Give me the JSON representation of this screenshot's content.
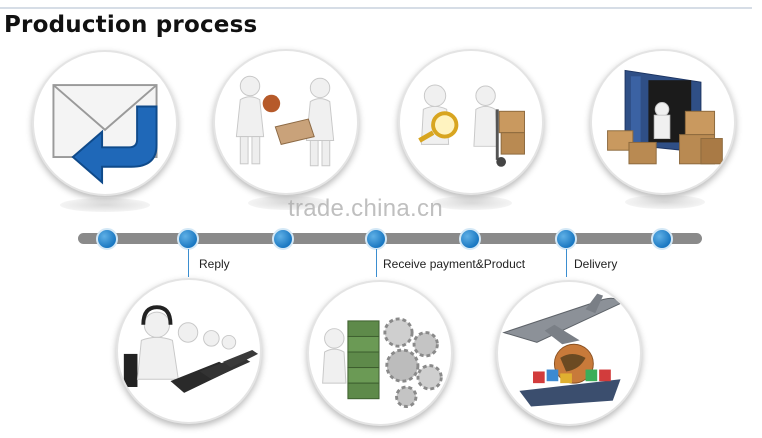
{
  "header": {
    "title": "Production process"
  },
  "watermark": {
    "text": "trade.china.cn"
  },
  "steps": [
    {
      "label": "Reply"
    },
    {
      "label": "Receive payment&Product"
    },
    {
      "label": "Delivery"
    }
  ],
  "illustrations": [
    {
      "icon": "mail-reply-icon"
    },
    {
      "icon": "contract-handshake-icon"
    },
    {
      "icon": "inspection-cart-icon"
    },
    {
      "icon": "container-loading-icon"
    },
    {
      "icon": "customer-service-icon"
    },
    {
      "icon": "money-gears-icon"
    },
    {
      "icon": "air-sea-shipping-icon"
    }
  ],
  "colors": {
    "node": "#1a78c2",
    "timeline": "#8a8a8a",
    "connector": "#3b8ed0",
    "title": "#111111"
  }
}
